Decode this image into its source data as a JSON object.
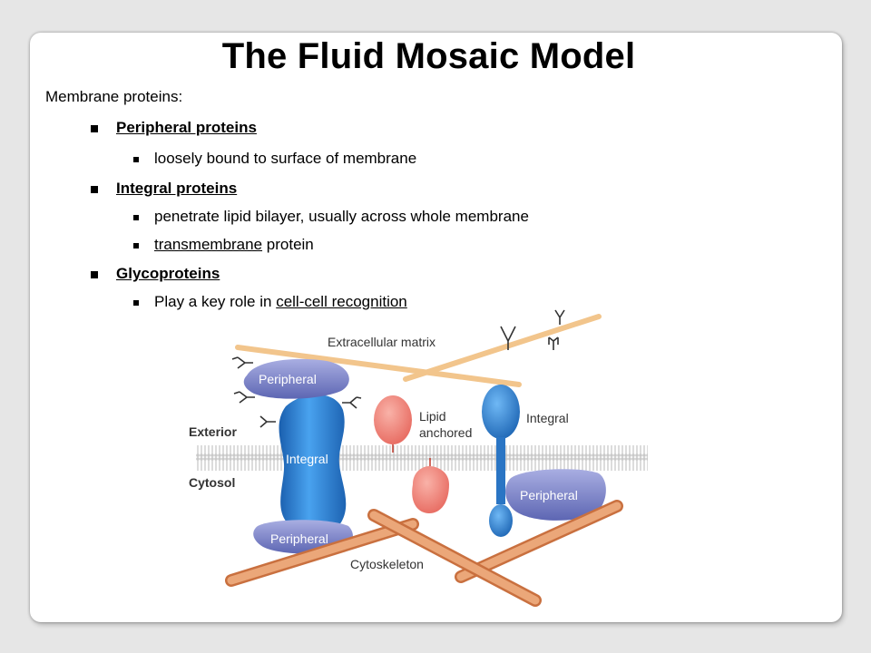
{
  "title": "The Fluid Mosaic Model",
  "intro": "Membrane proteins:",
  "bullets": {
    "peripheral": {
      "label": "Peripheral proteins",
      "sub": [
        "loosely bound to surface of membrane"
      ]
    },
    "integral": {
      "label": "Integral proteins",
      "sub1": "penetrate lipid bilayer, usually across whole membrane",
      "sub2_underlined": "transmembrane",
      "sub2_rest": " protein"
    },
    "glyco": {
      "label": "Glycoproteins",
      "sub_prefix": "Play a key role in ",
      "sub_underlined": "cell-cell recognition"
    }
  },
  "diagram": {
    "extracellular_matrix": "Extracellular matrix",
    "exterior": "Exterior",
    "cytosol": "Cytosol",
    "peripheral_top": "Peripheral",
    "integral_left": "Integral",
    "peripheral_bottom": "Peripheral",
    "lipid_line1": "Lipid",
    "lipid_line2": "anchored",
    "integral_right": "Integral",
    "peripheral_right": "Peripheral",
    "cytoskeleton": "Cytoskeleton"
  },
  "colors": {
    "protein_blue": "#2f7fd0",
    "peripheral_purple": "#7b84c8",
    "lipid_anchored_salmon": "#ef7a70",
    "fiber_orange": "#e49a66",
    "matrix_tan": "#f2c58c"
  }
}
